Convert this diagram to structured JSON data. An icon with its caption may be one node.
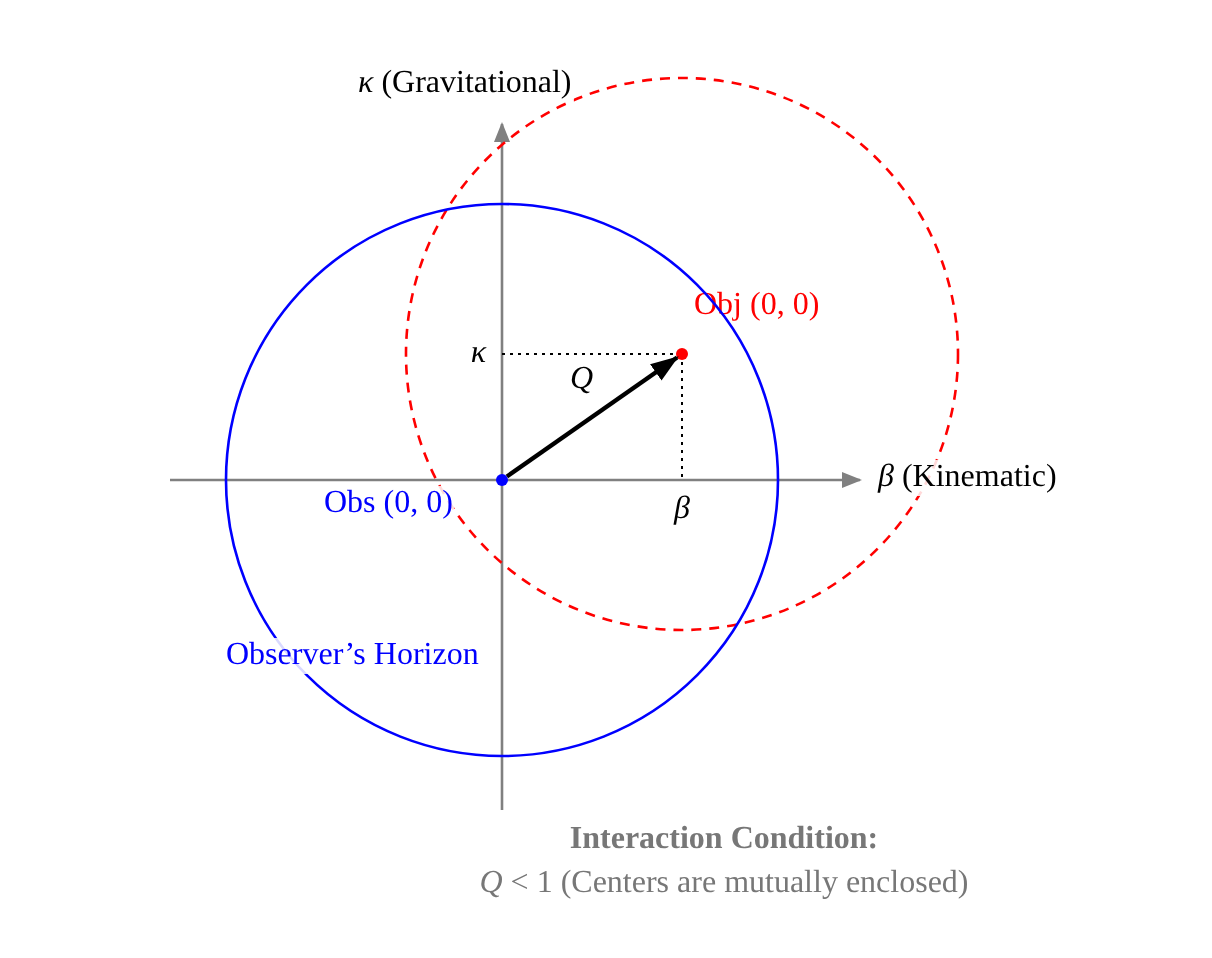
{
  "diagram": {
    "nodes": [
      {
        "text": [
          "Obs (0, 0)"
        ],
        "in": 2
      },
      {
        "text": [
          "Obj (0, 0)"
        ],
        "in": 3
      },
      {
        "text": [
          "Observer’s Horizon"
        ]
      },
      {
        "text": [],
        "shape": "circle"
      }
    ],
    "edges": [
      {
        "from": 0,
        "to": 1,
        "arrow": "to",
        "label": "*Q*"
      }
    ],
    "labels": [
      "*κ* (Gravitational)",
      "*β* (Kinematic)",
      "*κ*",
      "*β*",
      "**Interaction Condition:**",
      "*Q* < 1 (Centers are mutually enclosed)"
    ]
  }
}
